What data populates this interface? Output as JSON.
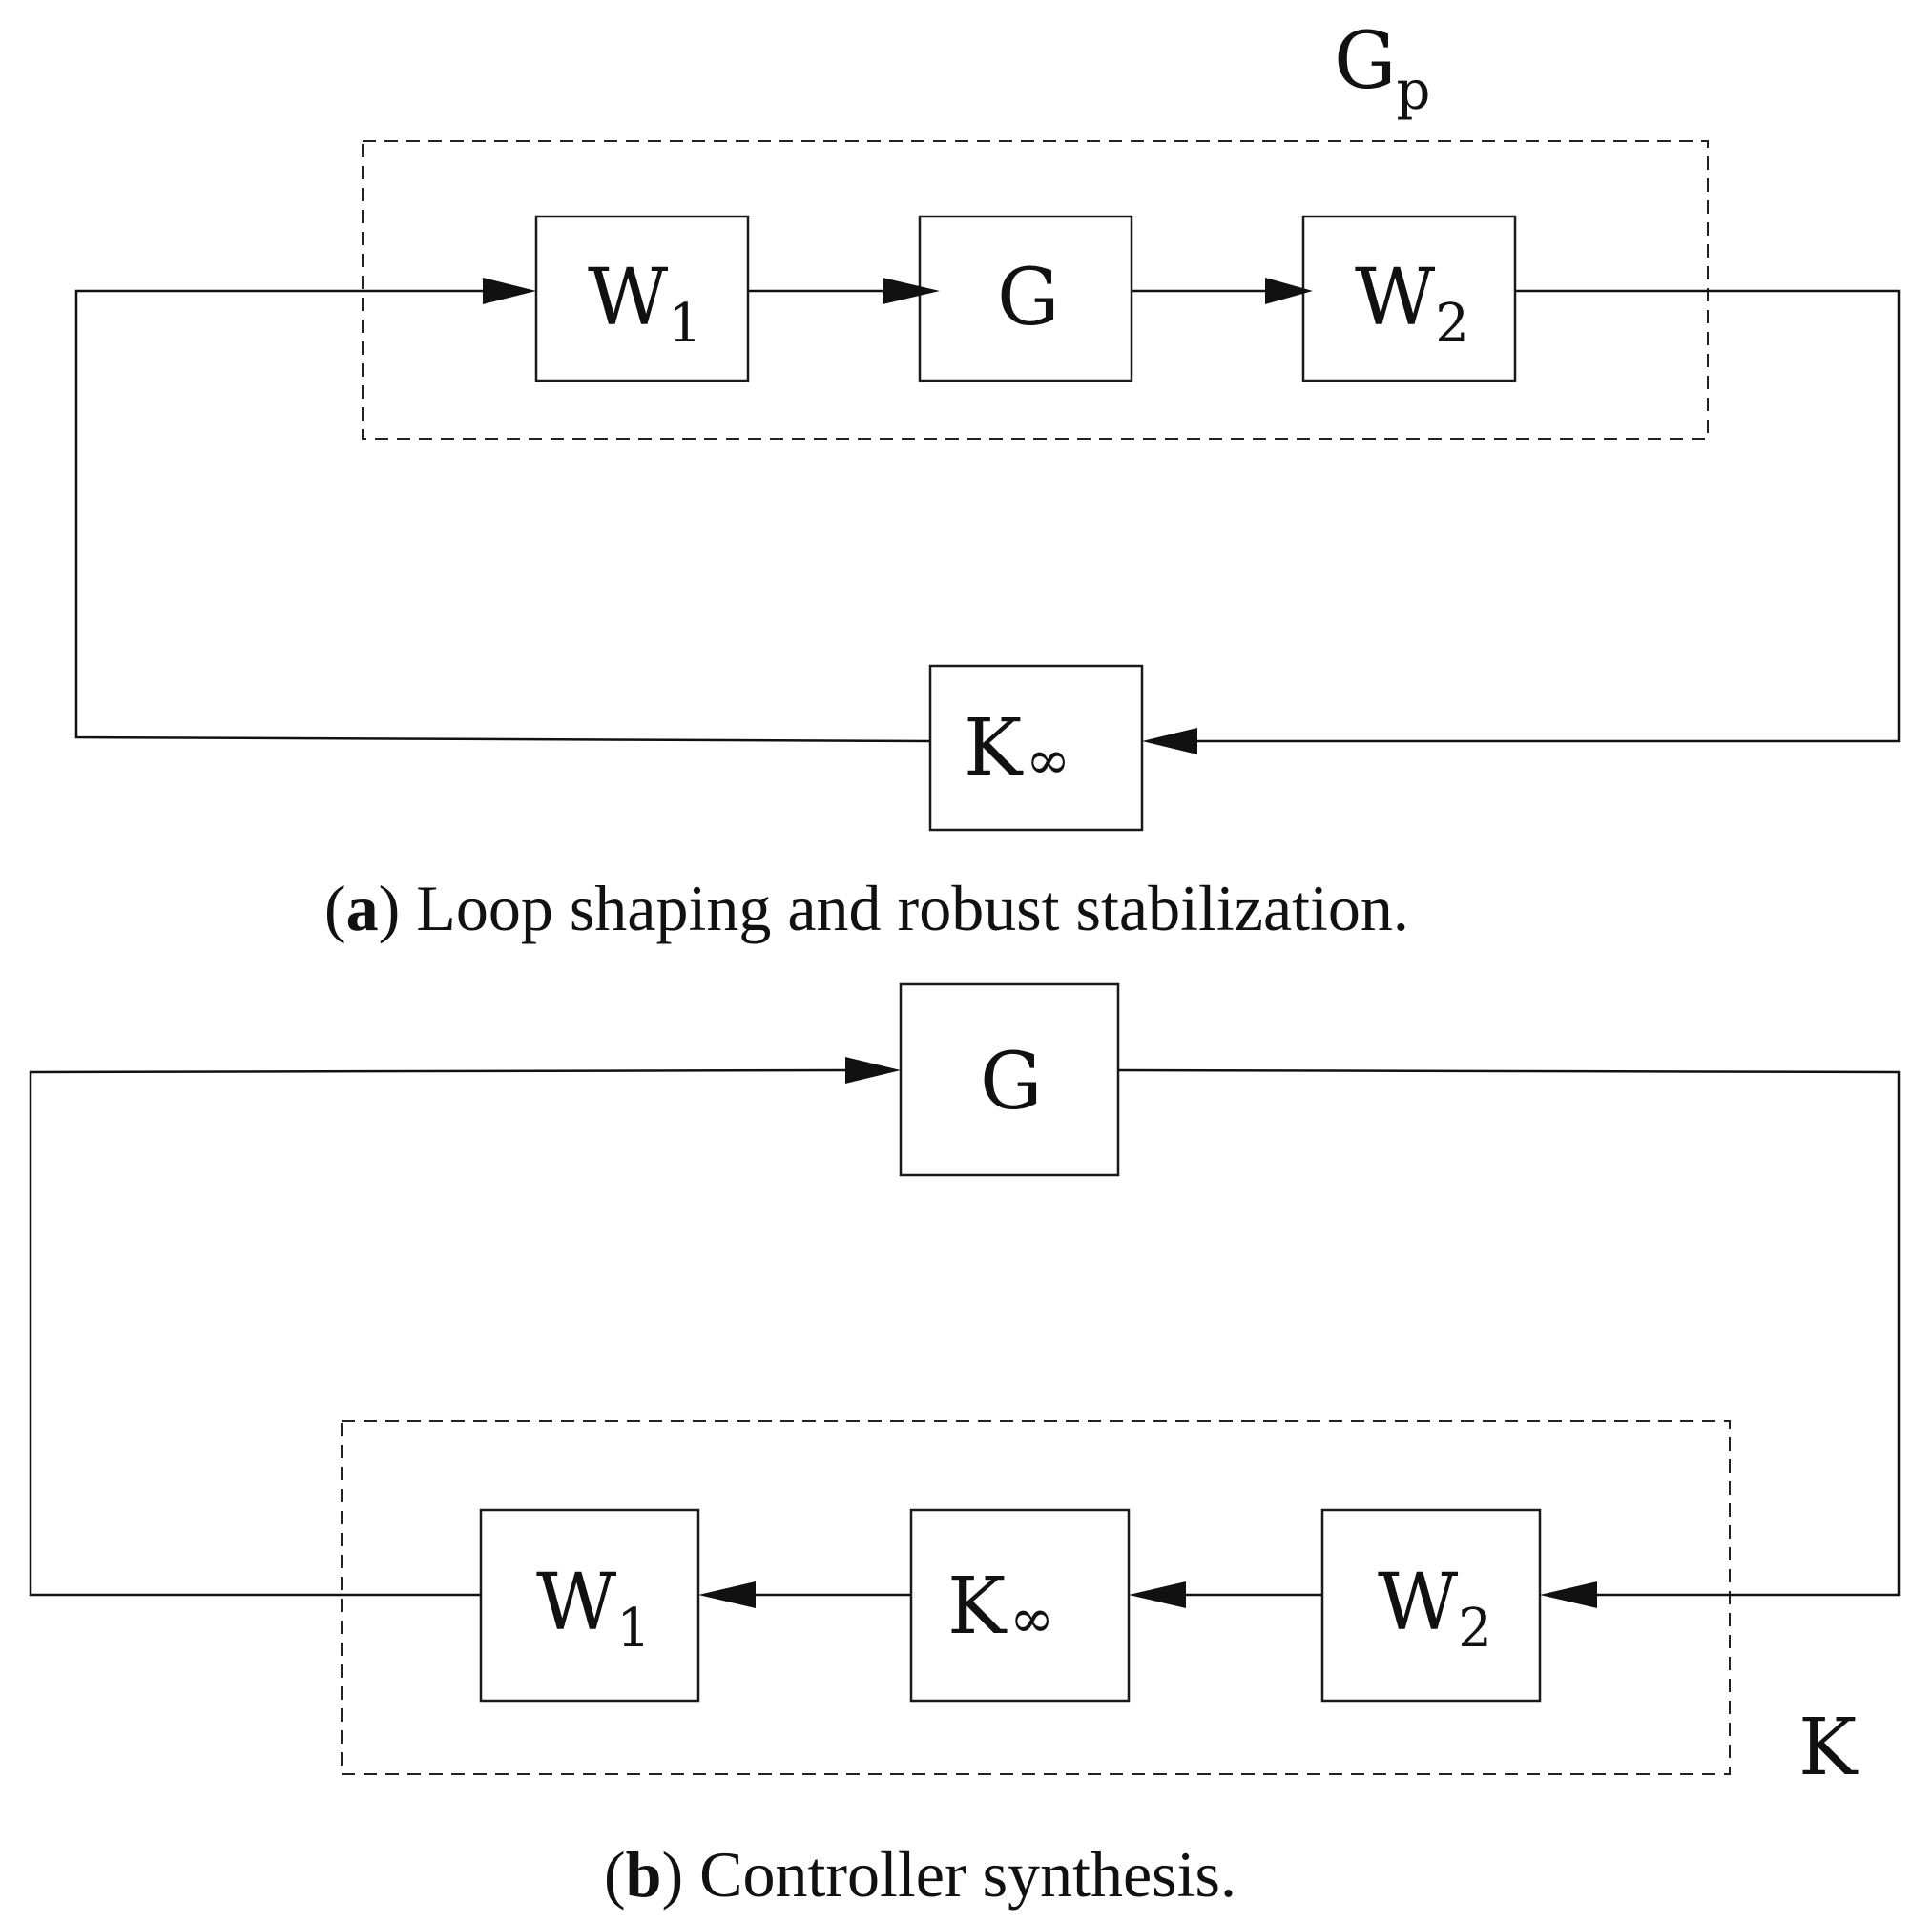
{
  "panel_a": {
    "group_label": {
      "main": "G",
      "sub": "p"
    },
    "blocks": {
      "w1": {
        "main": "W",
        "sub": "1"
      },
      "g": {
        "main": "G",
        "sub": ""
      },
      "w2": {
        "main": "W",
        "sub": "2"
      },
      "k_inf": {
        "main": "K",
        "sub": "∞"
      }
    },
    "caption": {
      "open": "(",
      "letter": "a",
      "text": ") Loop shaping and robust stabilization."
    }
  },
  "panel_b": {
    "group_label": {
      "main": "K",
      "sub": ""
    },
    "blocks": {
      "g": {
        "main": "G",
        "sub": ""
      },
      "w1": {
        "main": "W",
        "sub": "1"
      },
      "k_inf": {
        "main": "K",
        "sub": "∞"
      },
      "w2": {
        "main": "W",
        "sub": "2"
      }
    },
    "caption": {
      "open": "(",
      "letter": "b",
      "text": ") Controller synthesis."
    }
  }
}
